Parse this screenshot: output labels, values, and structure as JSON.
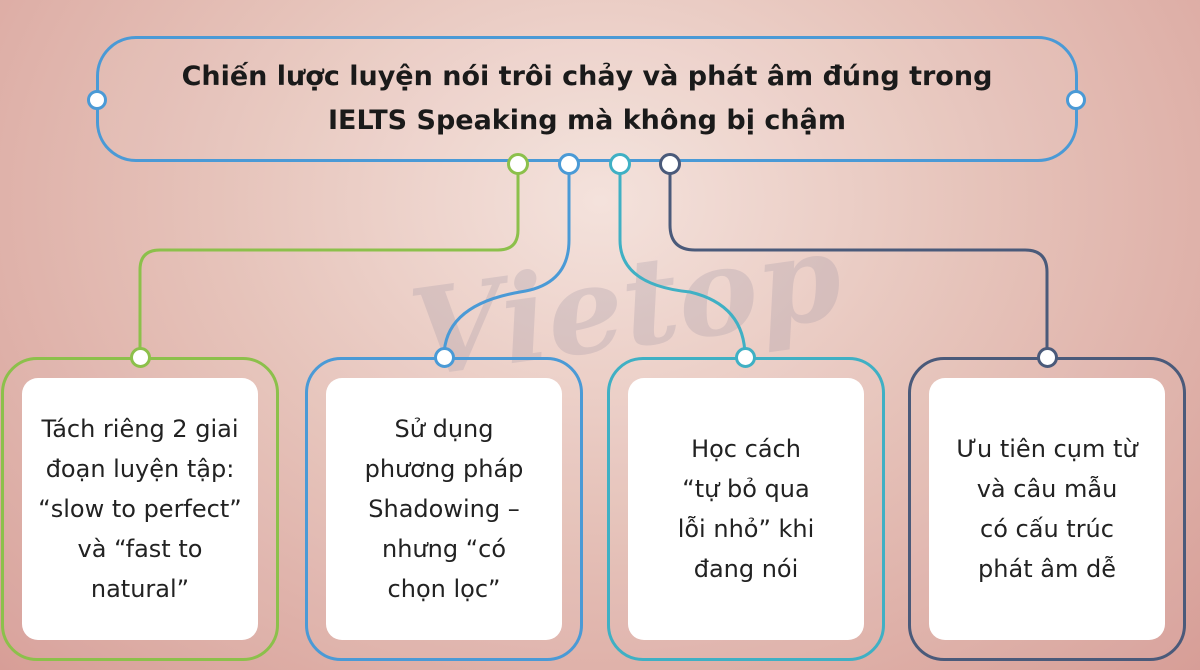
{
  "title": "Chiến lược luyện nói trôi chảy và phát âm đúng trong IELTS Speaking mà không bị chậm",
  "watermark": "Vietop",
  "colors": {
    "title_border": "#4a9ad6",
    "card1": "#8cc04b",
    "card2": "#4a9ad6",
    "card3": "#3fb0c4",
    "card4": "#4a5a7a"
  },
  "cards": [
    {
      "text": "Tách riêng 2 giai\nđoạn luyện tập:\n“slow to perfect”\nvà “fast to\nnatural”"
    },
    {
      "text": "Sử dụng\nphương pháp\nShadowing –\nnhưng “có\nchọn lọc”"
    },
    {
      "text": "Học cách\n“tự bỏ qua\nlỗi nhỏ” khi\nđang nói"
    },
    {
      "text": "Ưu tiên cụm từ\nvà câu mẫu\ncó cấu trúc\nphát âm dễ"
    }
  ]
}
